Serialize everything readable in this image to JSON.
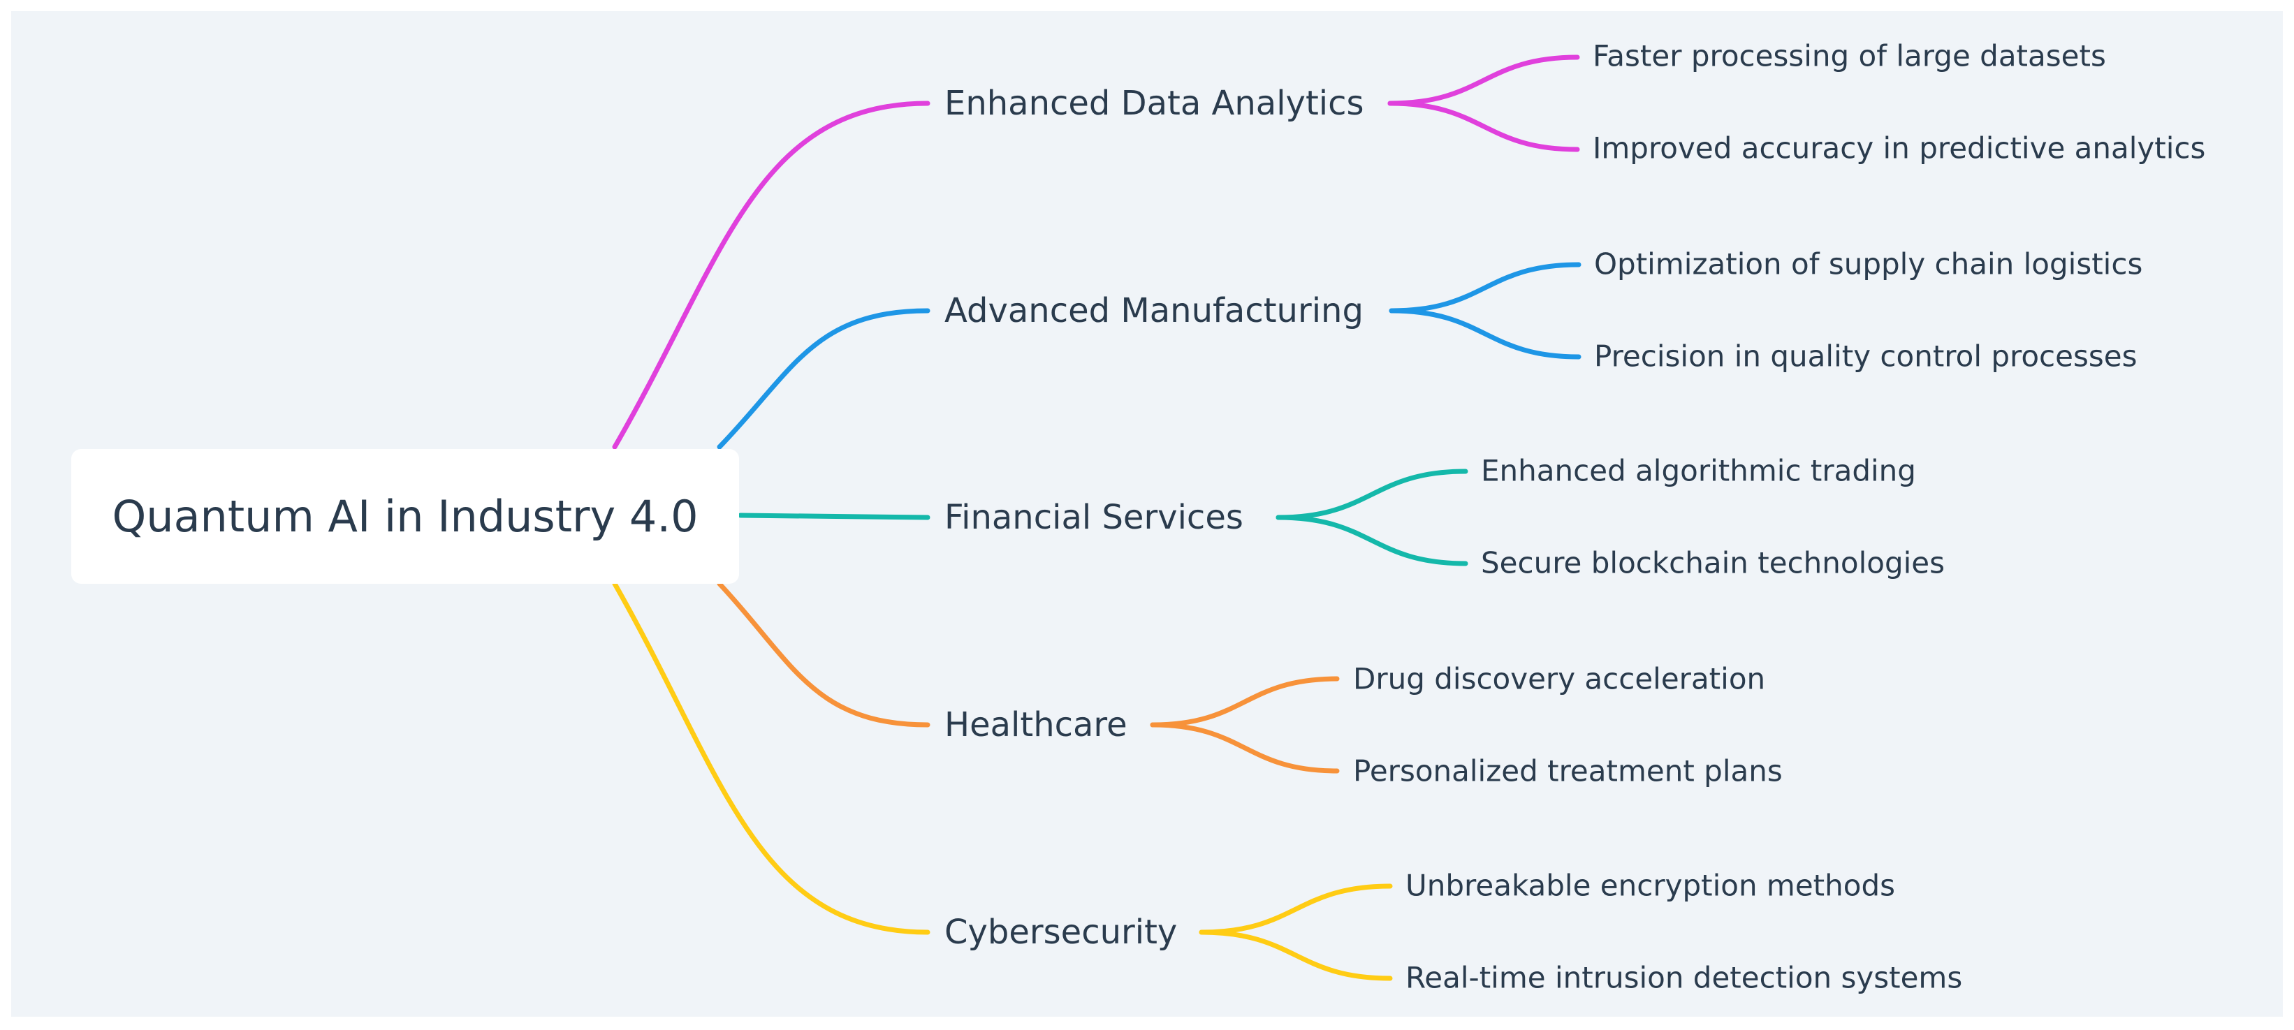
{
  "diagram": {
    "root": "Quantum AI in Industry 4.0",
    "branches": [
      {
        "label": "Enhanced Data Analytics",
        "color": "#e040dc",
        "children": [
          "Faster processing of large datasets",
          "Improved accuracy in predictive analytics"
        ]
      },
      {
        "label": "Advanced Manufacturing",
        "color": "#1e96e6",
        "children": [
          "Optimization of supply chain logistics",
          "Precision in quality control processes"
        ]
      },
      {
        "label": "Financial Services",
        "color": "#14b8aa",
        "children": [
          "Enhanced algorithmic trading",
          "Secure blockchain technologies"
        ]
      },
      {
        "label": "Healthcare",
        "color": "#f7923a",
        "children": [
          "Drug discovery acceleration",
          "Personalized treatment plans"
        ]
      },
      {
        "label": "Cybersecurity",
        "color": "#ffcc14",
        "children": [
          "Unbreakable encryption methods",
          "Real-time intrusion detection systems"
        ]
      }
    ]
  }
}
